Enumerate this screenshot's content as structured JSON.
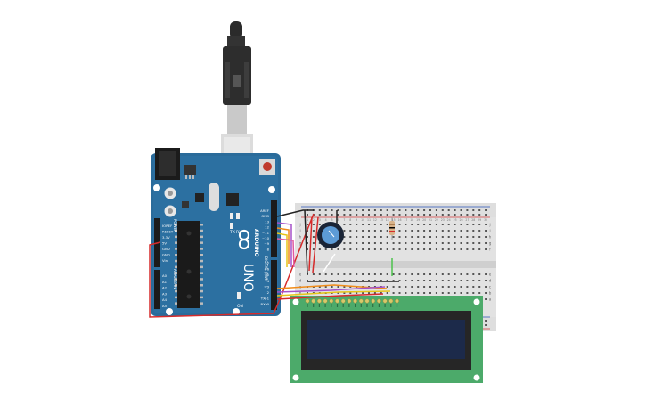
{
  "arduino": {
    "brand": "ARDUINO",
    "model": "UNO",
    "on_label": "ON",
    "tx_label": "TX",
    "rx_label": "RX",
    "l_label": "L",
    "power_header": "POWER",
    "analog_header": "ANALOG IN",
    "digital_header": "DIGITAL (PWM ~)",
    "power_pins": [
      "IOREF",
      "RESET",
      "3.3V",
      "5V",
      "GND",
      "GND",
      "Vin"
    ],
    "analog_pins": [
      "A0",
      "A1",
      "A2",
      "A3",
      "A4",
      "A5"
    ],
    "digital_top_pins": [
      "AREF",
      "GND",
      "13",
      "12",
      "~11",
      "~10",
      "~9",
      "8"
    ],
    "digital_bottom_pins": [
      "7",
      "~6",
      "~5",
      "4",
      "~3",
      "2",
      "TX▸1",
      "RX◂0"
    ]
  },
  "breadboard": {
    "column_numbers": [
      "1",
      "2",
      "3",
      "4",
      "5",
      "6",
      "7",
      "8",
      "9",
      "10",
      "11",
      "12",
      "13",
      "14",
      "15",
      "16",
      "17",
      "18",
      "19",
      "20",
      "21",
      "22",
      "23",
      "24",
      "25",
      "26",
      "27",
      "28",
      "29",
      "30"
    ],
    "rows_top": [
      "j",
      "i",
      "h",
      "g",
      "f"
    ],
    "rows_bottom": [
      "e",
      "d",
      "c",
      "b",
      "a"
    ]
  },
  "colors": {
    "board": "#2a6b9a",
    "board_dark": "#1f5478",
    "lcd_pcb": "#4caa6a",
    "lcd_screen": "#1c2a4a",
    "wire_red": "#d62b2b",
    "wire_black": "#222222",
    "wire_orange": "#f08c1a",
    "wire_yellow": "#e6c619",
    "wire_purple": "#a552c9",
    "wire_pink": "#e05aa0",
    "wire_green": "#4cc24c"
  },
  "icons": [
    "usb-cable-icon",
    "potentiometer-icon",
    "resistor-icon"
  ]
}
